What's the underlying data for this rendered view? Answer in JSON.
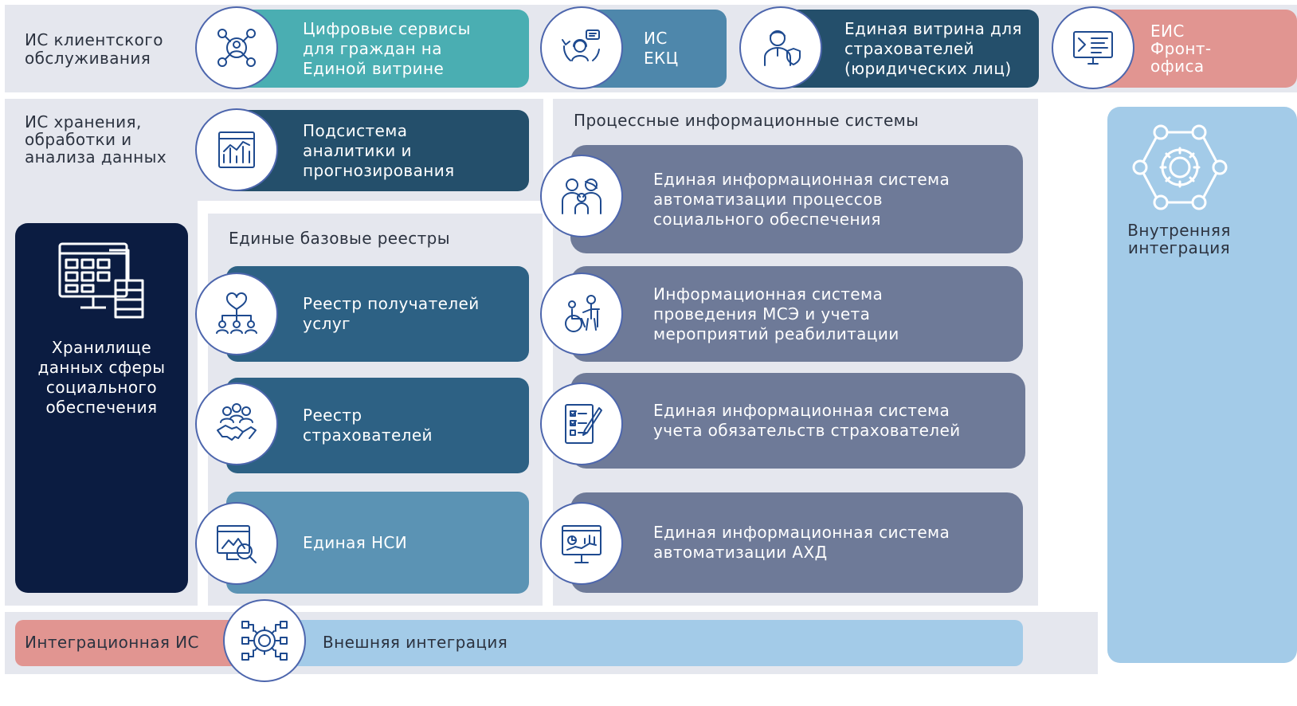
{
  "rows": {
    "client": {
      "label": "ИС клиентского\nобслуживания",
      "items": [
        {
          "text": "Цифровые сервисы\nдля граждан на\nЕдиной витрине",
          "icon": "people-network-icon"
        },
        {
          "text": "ИС\nЕКЦ",
          "icon": "call-center-icon"
        },
        {
          "text": "Единая витрина для\nстрахователей\n(юридических лиц)",
          "icon": "insurer-person-icon"
        },
        {
          "text": "ЕИС\nФронт-\nофиса",
          "icon": "monitor-dashboard-icon"
        }
      ]
    },
    "storage": {
      "label": "ИС хранения,\nобработки и\nанализа данных",
      "analytics": {
        "text": "Подсистема\nаналитики и\nпрогнозирования",
        "icon": "analytics-chart-icon"
      },
      "warehouse": {
        "text": "Хранилище\nданных сферы\nсоциального\nобеспечения",
        "icon": "data-warehouse-icon"
      }
    },
    "registries": {
      "title": "Единые базовые реестры",
      "items": [
        {
          "text": "Реестр получателей\nуслуг",
          "icon": "heart-hands-hierarchy-icon"
        },
        {
          "text": "Реестр\nстрахователей",
          "icon": "handshake-group-icon"
        },
        {
          "text": "Единая НСИ",
          "icon": "document-search-icon"
        }
      ]
    },
    "process": {
      "title": "Процессные информационные системы",
      "items": [
        {
          "text": "Единая информационная система\nавтоматизации процессов\nсоциального обеспечения",
          "icon": "family-icon"
        },
        {
          "text": "Информационная система\nпроведения МСЭ и учета\nмероприятий реабилитации",
          "icon": "wheelchair-icon"
        },
        {
          "text": "Единая информационная система\nучета обязательств страхователей",
          "icon": "checklist-icon"
        },
        {
          "text": "Единая информационная система\nавтоматизации АХД",
          "icon": "presentation-board-icon"
        }
      ]
    },
    "internal": {
      "text": "Внутренняя\nинтеграция",
      "icon": "gear-network-icon"
    },
    "integration": {
      "label": "Интеграционная ИС",
      "external": "Внешняя интеграция",
      "icon": "gear-connections-icon"
    }
  },
  "colors": {
    "panel": "#e5e7ee",
    "teal": "#4aaeb2",
    "steel": "#4e87ab",
    "navy": "#244f6b",
    "slate": "#6e7a98",
    "pink": "#e19591",
    "sky": "#a3cbe8",
    "darkstore": "#0b1c41",
    "icon_stroke": "#1e4a8f"
  }
}
